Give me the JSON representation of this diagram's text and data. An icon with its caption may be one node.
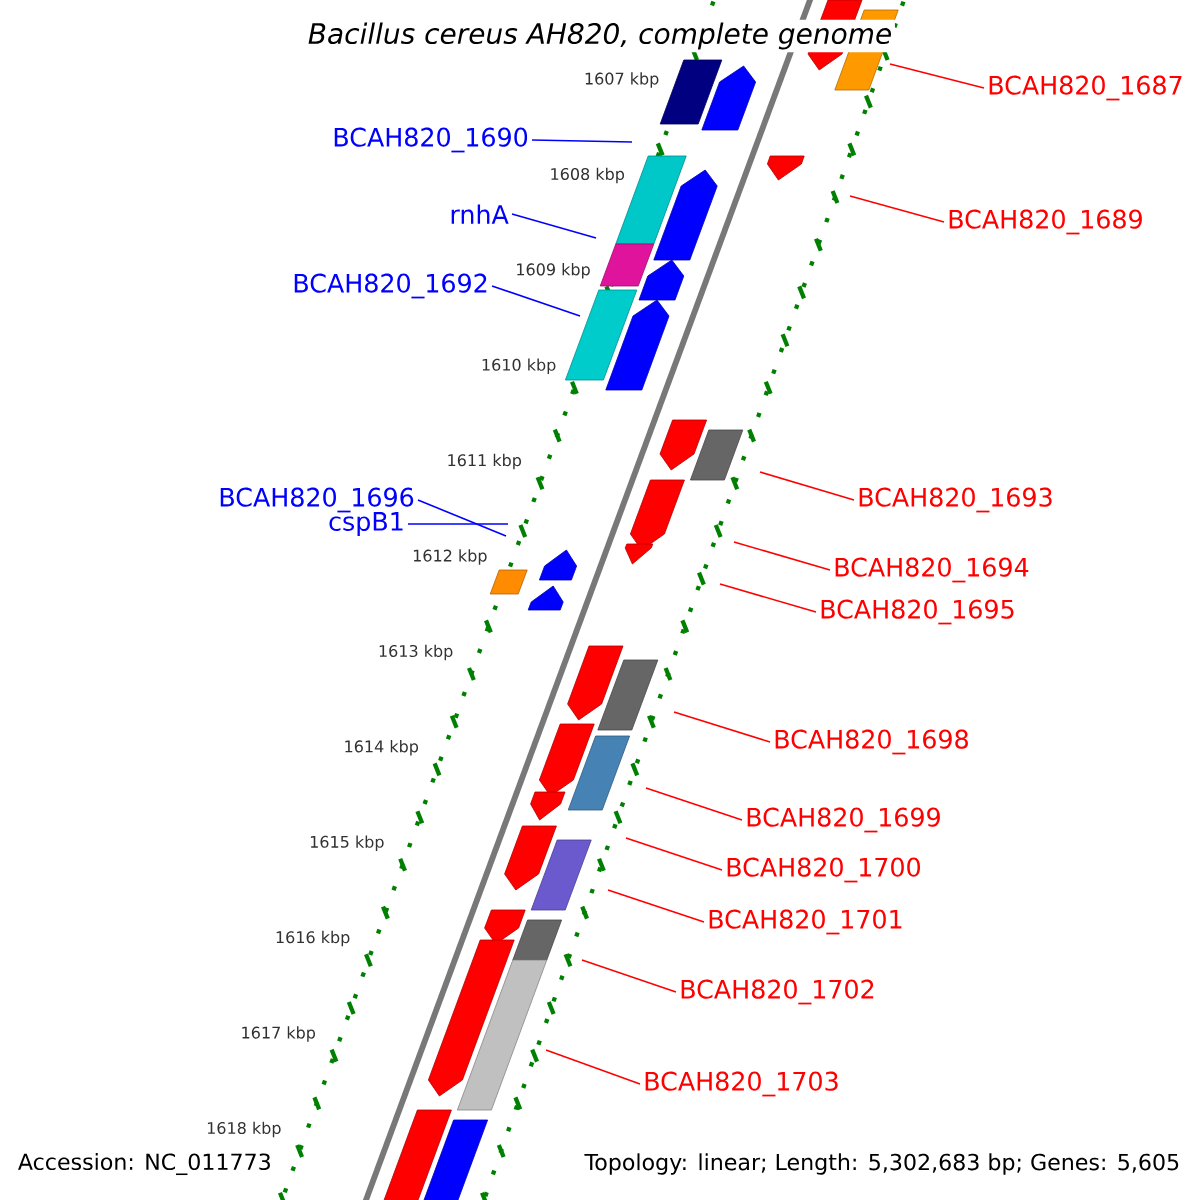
{
  "diagram": {
    "title": "*Bacillus cereus AH820, complete genome*",
    "nodes": [
      {
        "text": [
          "BCAH820_1687"
        ]
      },
      {
        "text": [
          "BCAH820_1690"
        ]
      },
      {
        "text": [
          "BCAH820_1689"
        ]
      },
      {
        "text": [
          "rnhA"
        ]
      },
      {
        "text": [
          "BCAH820_1692"
        ]
      },
      {
        "text": [
          "BCAH820_1693"
        ]
      },
      {
        "text": [
          "BCAH820_1696"
        ]
      },
      {
        "text": [
          "cspB1"
        ]
      },
      {
        "text": [
          "BCAH820_1694"
        ]
      },
      {
        "text": [
          "BCAH820_1695"
        ]
      },
      {
        "text": [
          "BCAH820_1698"
        ]
      },
      {
        "text": [
          "BCAH820_1699"
        ]
      },
      {
        "text": [
          "BCAH820_1700"
        ]
      },
      {
        "text": [
          "BCAH820_1701"
        ]
      },
      {
        "text": [
          "BCAH820_1702"
        ]
      },
      {
        "text": [
          "BCAH820_1703"
        ]
      }
    ],
    "edges": [
      {
        "from": 0,
        "to": null,
        "arrow": "none"
      },
      {
        "from": 1,
        "to": null,
        "arrow": "none",
        "color": "#0000ff"
      },
      {
        "from": 2,
        "to": null,
        "arrow": "none"
      },
      {
        "from": 3,
        "to": null,
        "arrow": "none",
        "color": "#0000ff"
      },
      {
        "from": 4,
        "to": null,
        "arrow": "none",
        "color": "#0000ff"
      },
      {
        "from": 5,
        "to": null,
        "arrow": "none"
      },
      {
        "from": 6,
        "to": null,
        "arrow": "none",
        "color": "#0000ff"
      },
      {
        "from": 7,
        "to": null,
        "arrow": "none",
        "color": "#0000ff"
      },
      {
        "from": 8,
        "to": null,
        "arrow": "none"
      },
      {
        "from": 9,
        "to": null,
        "arrow": "none"
      },
      {
        "from": 10,
        "to": null,
        "arrow": "none"
      },
      {
        "from": 11,
        "to": null,
        "arrow": "none"
      },
      {
        "from": 12,
        "to": null,
        "arrow": "none"
      },
      {
        "from": 13,
        "to": null,
        "arrow": "none"
      },
      {
        "from": 14,
        "to": null,
        "arrow": "none"
      },
      {
        "from": 15,
        "to": null,
        "arrow": "none"
      }
    ],
    "labels": [
      "1607 kbp",
      "1608 kbp",
      "1609 kbp",
      "1610 kbp",
      "1611 kbp",
      "1612 kbp",
      "1613 kbp",
      "1614 kbp",
      "1615 kbp",
      "1616 kbp",
      "1617 kbp",
      "1618 kbp",
      "Accession: NC_011773",
      "Topology: linear; Length: 5,302,683 bp; Genes: 5,605"
    ]
  }
}
